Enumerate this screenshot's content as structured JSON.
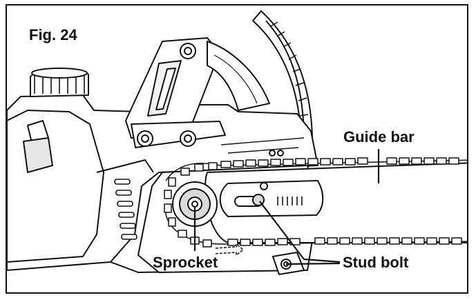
{
  "figure": {
    "number_label": "Fig. 24",
    "callouts": {
      "guide_bar": "Guide bar",
      "sprocket": "Sprocket",
      "stud_bolt": "Stud bolt"
    }
  },
  "colors": {
    "line": "#111111",
    "fill_light": "#f2f2f2",
    "fill_mid": "#d9d9d9",
    "background": "#ffffff"
  }
}
